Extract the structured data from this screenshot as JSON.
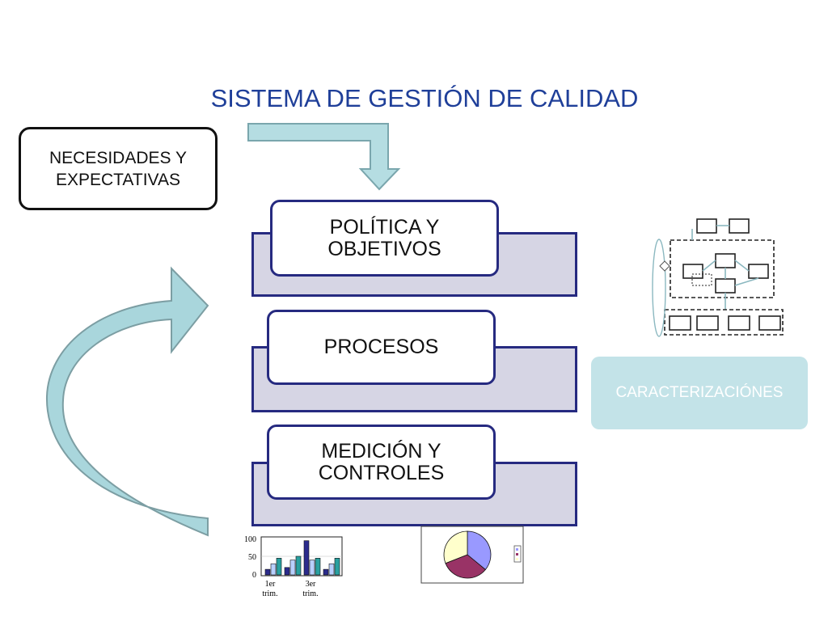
{
  "title": "SISTEMA DE GESTIÓN DE CALIDAD",
  "needs": "NECESIDADES Y\nEXPECTATIVAS",
  "stages": [
    {
      "label": "POLÍTICA Y\nOBJETIVOS"
    },
    {
      "label": "PROCESOS"
    },
    {
      "label": "MEDICIÓN Y\nCONTROLES"
    }
  ],
  "characterization": "CARACTERIZACIÓNES",
  "colors": {
    "title": "#1f3f99",
    "band_fill": "#d6d5e4",
    "band_border": "#262a80",
    "arrow_fill": "#a9d6dc",
    "characterization_fill": "#c3e3e8"
  },
  "chart_data": [
    {
      "type": "bar",
      "categories": [
        "1er\ntrim.",
        "",
        "3er\ntrim.",
        ""
      ],
      "series": [
        {
          "values": [
            15,
            20,
            92,
            15
          ]
        },
        {
          "values": [
            30,
            40,
            40,
            30
          ]
        },
        {
          "values": [
            45,
            50,
            45,
            45
          ]
        }
      ],
      "yticks": [
        "100",
        "50",
        "0"
      ],
      "xticks": [
        "1er trim.",
        "3er trim."
      ],
      "ylim": [
        0,
        100
      ]
    },
    {
      "type": "pie",
      "values": [
        36,
        33,
        31
      ]
    }
  ]
}
